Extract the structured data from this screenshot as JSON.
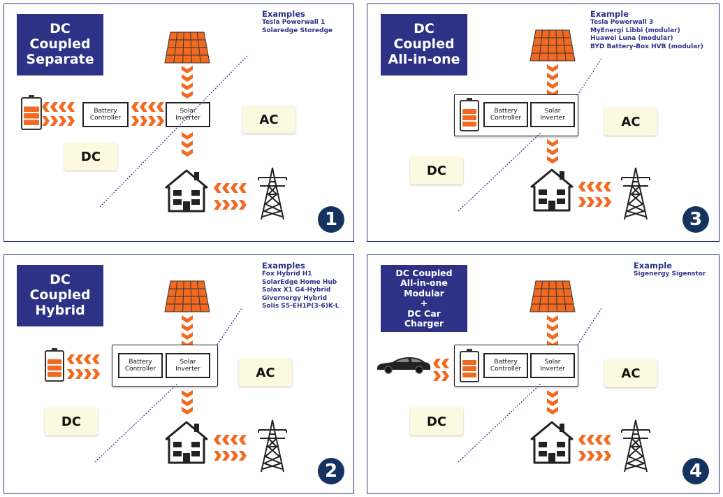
{
  "colors": {
    "navy": "#2d3287",
    "orange": "#f26a21",
    "badge": "#16335f",
    "note_bg": "#fdf8e0"
  },
  "labels": {
    "battery_controller": "Battery\nController",
    "solar_inverter": "Solar\nInverter",
    "ac": "AC",
    "dc": "DC"
  },
  "panels": [
    {
      "title": [
        "DC",
        "Coupled",
        "Separate"
      ],
      "examples_heading": "Examples",
      "examples": [
        "Tesla Powerwall 1",
        "Solaredge Storedge"
      ],
      "number": "1"
    },
    {
      "title": [
        "DC",
        "Coupled",
        "Hybrid"
      ],
      "examples_heading": "Examples",
      "examples": [
        "Fox Hybrid H1",
        "SolarEdge Home Hub",
        "Solax X1 G4-Hybrid",
        "Givernergy Hybrid",
        "Solis S5-EH1P(3-6)K-L"
      ],
      "number": "2"
    },
    {
      "title": [
        "DC",
        "Coupled",
        "All-in-one"
      ],
      "examples_heading": "Example",
      "examples": [
        "Tesla Powerwall 3",
        "MyEnergi Libbi (modular)",
        "Huawei Luna (modular)",
        "BYD Battery-Box HVB (modular)"
      ],
      "number": "3"
    },
    {
      "title": [
        "DC Coupled",
        "All-in-one",
        "Modular",
        "+",
        "DC Car",
        "Charger"
      ],
      "examples_heading": "Example",
      "examples": [
        "Sigenergy Sigenstor"
      ],
      "number": "4"
    }
  ]
}
